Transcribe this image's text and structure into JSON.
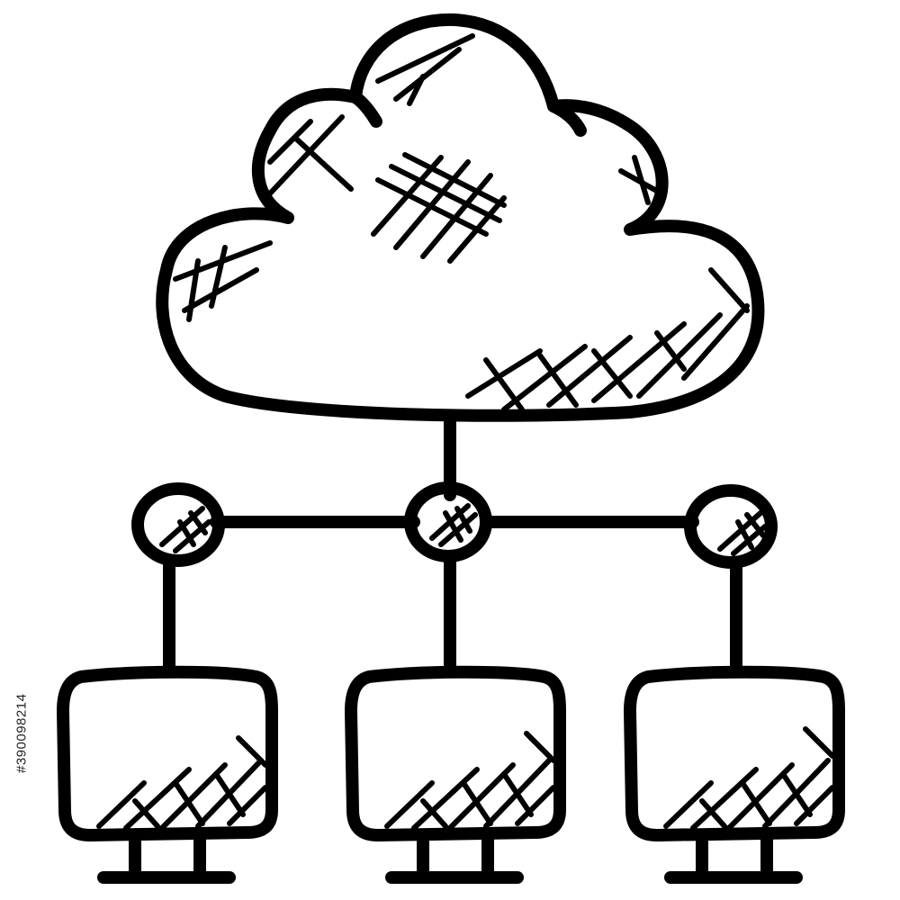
{
  "illustration": {
    "icon": "cloud-network-icon",
    "stroke_color": "#000000",
    "background_color": "#ffffff",
    "nodes": [
      "cloud-icon",
      "hub-node-left",
      "hub-node-center",
      "hub-node-right",
      "monitor-icon-left",
      "monitor-icon-center",
      "monitor-icon-right"
    ]
  },
  "watermark": {
    "stock_id": "#390098214"
  }
}
